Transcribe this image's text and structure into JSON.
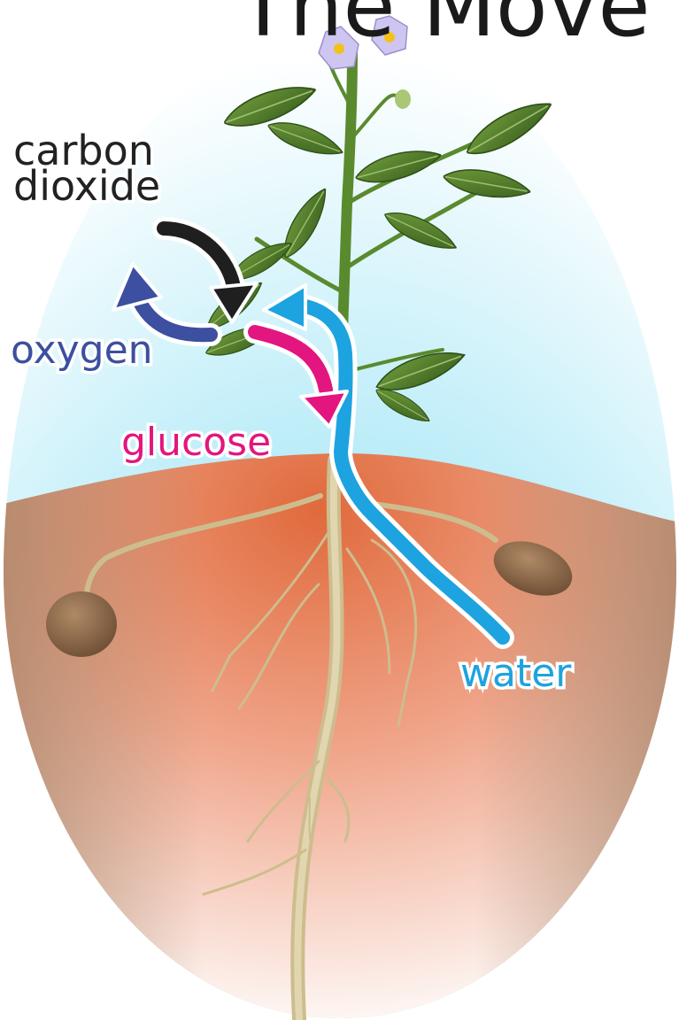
{
  "title": "The Move",
  "labels": {
    "carbon_dioxide_line1": "carbon",
    "carbon_dioxide_line2": "dioxide",
    "oxygen": "oxygen",
    "glucose": "glucose",
    "water": "water"
  },
  "colors": {
    "carbon_dioxide": "#222222",
    "oxygen": "#3c4fa0",
    "glucose": "#e3157f",
    "water": "#1da3df",
    "sky": "#8fe0f4",
    "soil": "#e0734a",
    "leaf": "#4f7d2a",
    "root": "#d8c9a0",
    "tuber": "#8a6a4a",
    "flower": "#c8c0ee"
  },
  "icons": [
    "carbon-dioxide-arrow-icon",
    "oxygen-arrow-icon",
    "glucose-arrow-icon",
    "water-arrow-icon",
    "flower-icon",
    "leaf-icon",
    "tuber-icon"
  ]
}
